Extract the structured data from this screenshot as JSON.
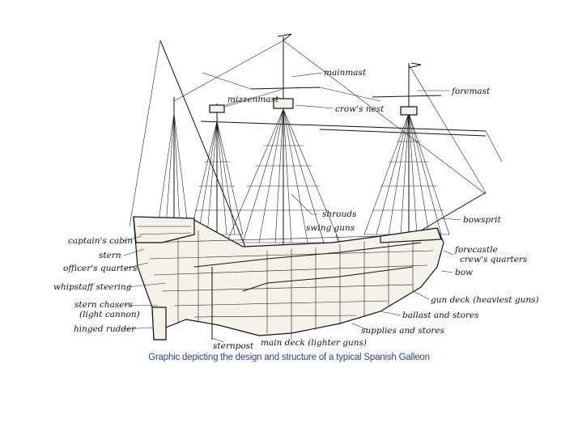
{
  "labels": {
    "mainmast": "mainmast",
    "foremast": "foremast",
    "mizzenmast": "mizzenmast",
    "crows_nest": "crow's nest",
    "shrouds": "shrouds",
    "swing_guns": "swing guns",
    "bowsprit": "bowsprit",
    "forecastle": "forecastle",
    "crews_quarters": "crew's quarters",
    "bow": "bow",
    "gun_deck": "gun deck (heaviest guns)",
    "ballast": "ballast and stores",
    "supplies": "supplies and stores",
    "main_deck": "main deck (lighter guns)",
    "sternpost": "sternpost",
    "captains_cabin": "captain's cabin",
    "stern": "stern",
    "officers_quarters": "officer's quarters",
    "whipstaff": "whipstaff steering",
    "stern_chasers_1": "stern chasers",
    "stern_chasers_2": "(light cannon)",
    "hinged_rudder": "hinged rudder"
  },
  "caption": "Graphic depicting the design and structure of a typical Spanish Galleon"
}
